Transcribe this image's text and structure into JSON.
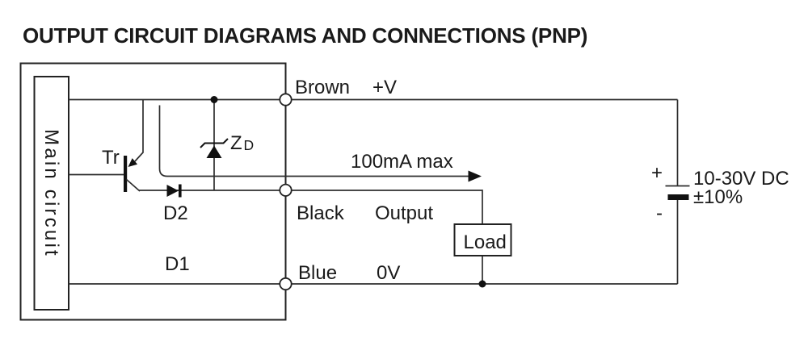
{
  "title": "OUTPUT CIRCUIT DIAGRAMS AND CONNECTIONS (PNP)",
  "colors": {
    "background": "#ffffff",
    "line": "#2e2e2e",
    "text": "#1a1a1a"
  },
  "main_circuit": {
    "label": "Main circuit"
  },
  "components": {
    "transistor": "Tr",
    "zener": "Z",
    "zener_sub": "D",
    "diode_output": "D2",
    "diode_protection": "D1",
    "load": "Load"
  },
  "wires": {
    "brown": {
      "color": "Brown",
      "signal": "+V"
    },
    "black": {
      "color": "Black",
      "signal": "Output"
    },
    "blue": {
      "color": "Blue",
      "signal": "0V"
    }
  },
  "annotations": {
    "max_current": "100mA max"
  },
  "power_supply": {
    "positive": "+",
    "negative": "-",
    "voltage": "10-30V DC",
    "tolerance": "±10%"
  }
}
